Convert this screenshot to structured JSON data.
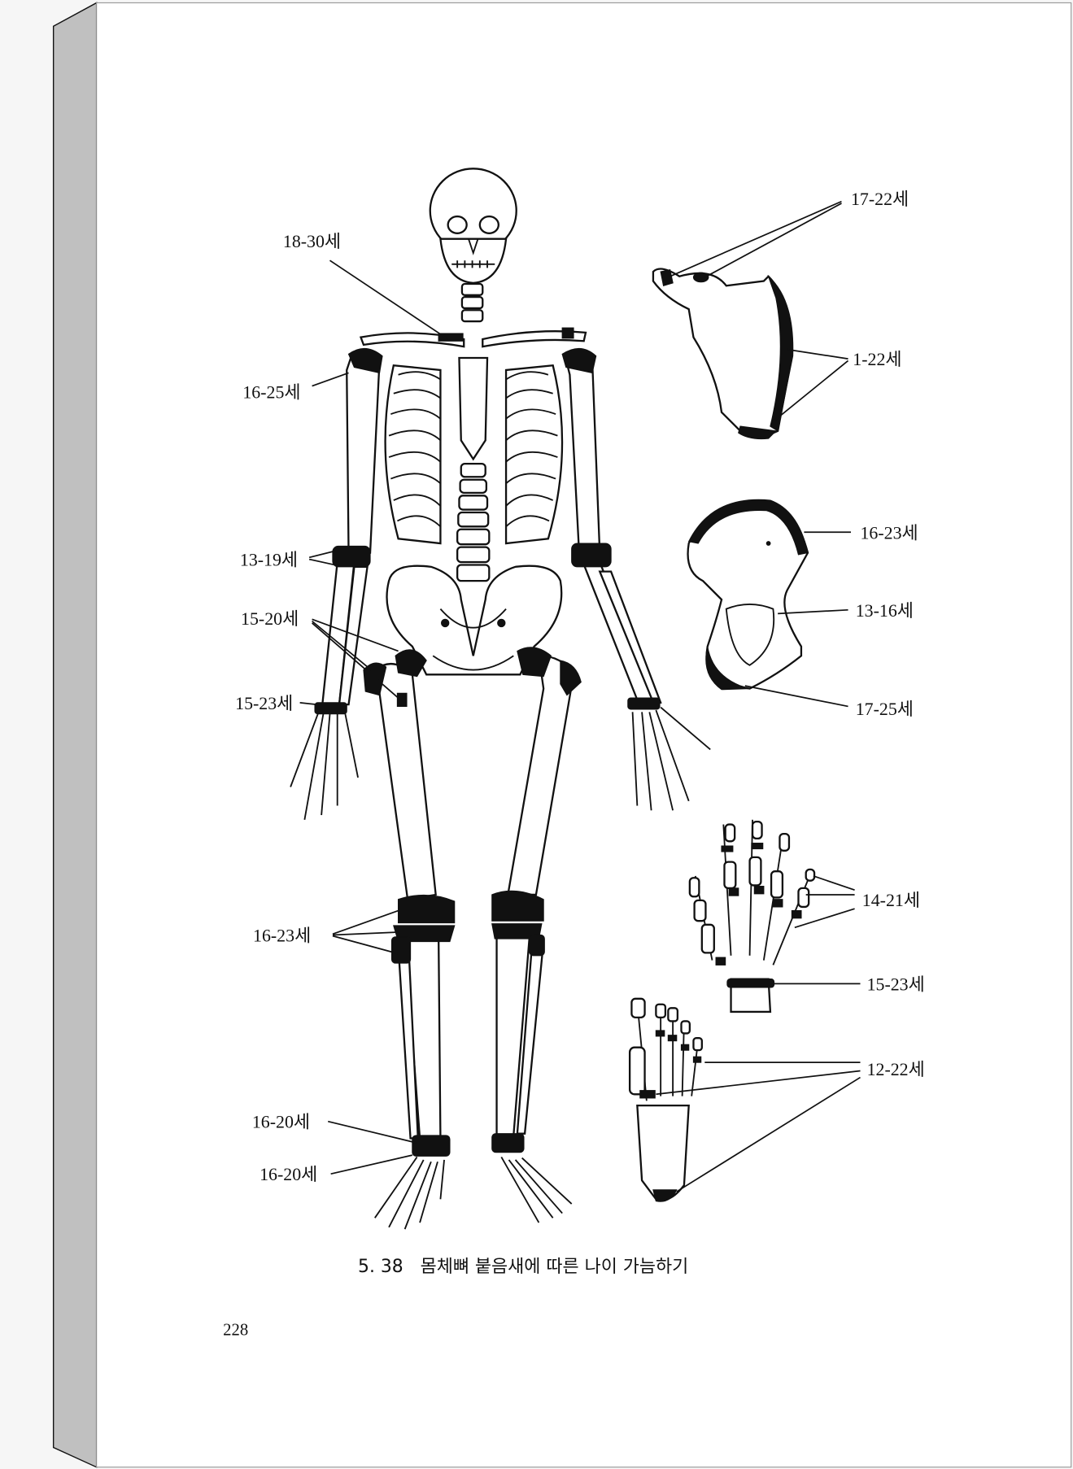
{
  "page_number": "228",
  "caption": "5. 38   몸체뼈 붙음새에 따른 나이 가늠하기",
  "skeleton_labels": {
    "clavicle": "18-30세",
    "humerus_head": "16-25세",
    "elbow": "13-19세",
    "hip": "15-20세",
    "wrist": "15-23세",
    "knee": "16-23세",
    "ankle_tibia": "16-20세",
    "ankle_fibula": "16-20세"
  },
  "detail_labels": {
    "scapula_top": "17-22세",
    "scapula_border": "1-22세",
    "iliac_crest": "16-23세",
    "acetabulum": "13-16세",
    "ischium": "17-25세",
    "hand_phalanges": "14-21세",
    "hand_wrist": "15-23세",
    "foot": "12-22세"
  },
  "colors": {
    "ink": "#111111",
    "page": "#ffffff",
    "spine": "#c0c0c0"
  }
}
